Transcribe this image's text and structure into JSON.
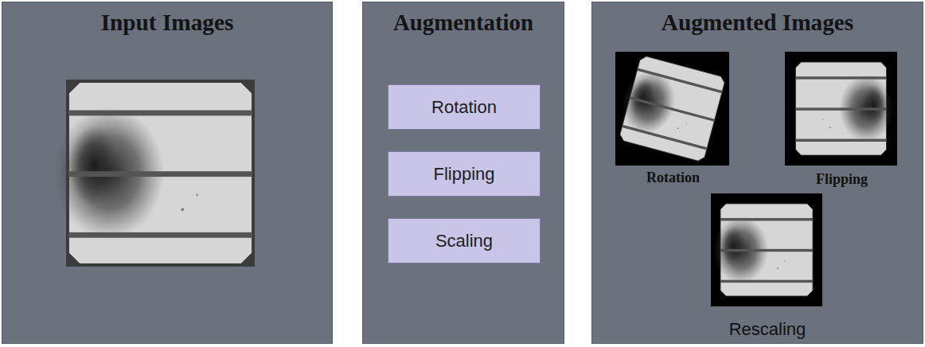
{
  "diagram": {
    "nodes": [
      {
        "text": [
          "Input Images"
        ]
      },
      {
        "text": [
          "Augmentation"
        ]
      },
      {
        "text": [
          "Rotation"
        ],
        "in": 1
      },
      {
        "text": [
          "Flipping"
        ],
        "in": 1
      },
      {
        "text": [
          "Scaling"
        ],
        "in": 1
      },
      {
        "text": [
          "Augmented Images"
        ]
      },
      {
        "text": [
          "Rotation"
        ],
        "in": 5
      },
      {
        "text": [
          "Flipping"
        ],
        "in": 5
      },
      {
        "text": [
          "Rescaling"
        ],
        "in": 5
      }
    ]
  }
}
